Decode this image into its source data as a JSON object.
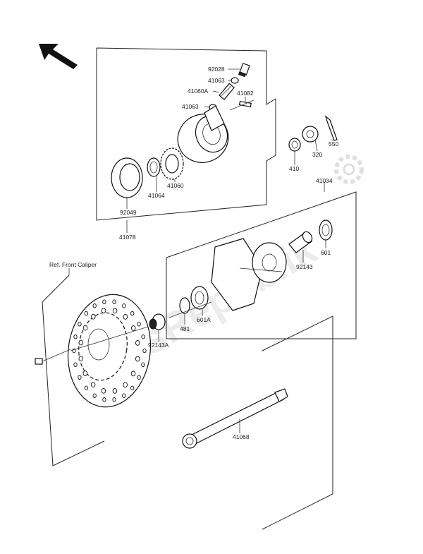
{
  "watermark": "PartsRepublik",
  "callouts": {
    "p92028": "92028",
    "p41063a": "41063",
    "p41060A": "41060A",
    "p41082": "41082",
    "p41063b": "41063",
    "p550": "550",
    "p320": "320",
    "p410": "410",
    "p41034": "41034",
    "p92049": "92049",
    "p41064": "41064",
    "p41060": "41060",
    "p41078": "41078",
    "p601": "601",
    "p92143": "92143",
    "p601A": "601A",
    "p481": "481",
    "p92143A": "92143A",
    "p41068": "41068",
    "refFrontCaliper": "Ref. Front Caliper"
  }
}
